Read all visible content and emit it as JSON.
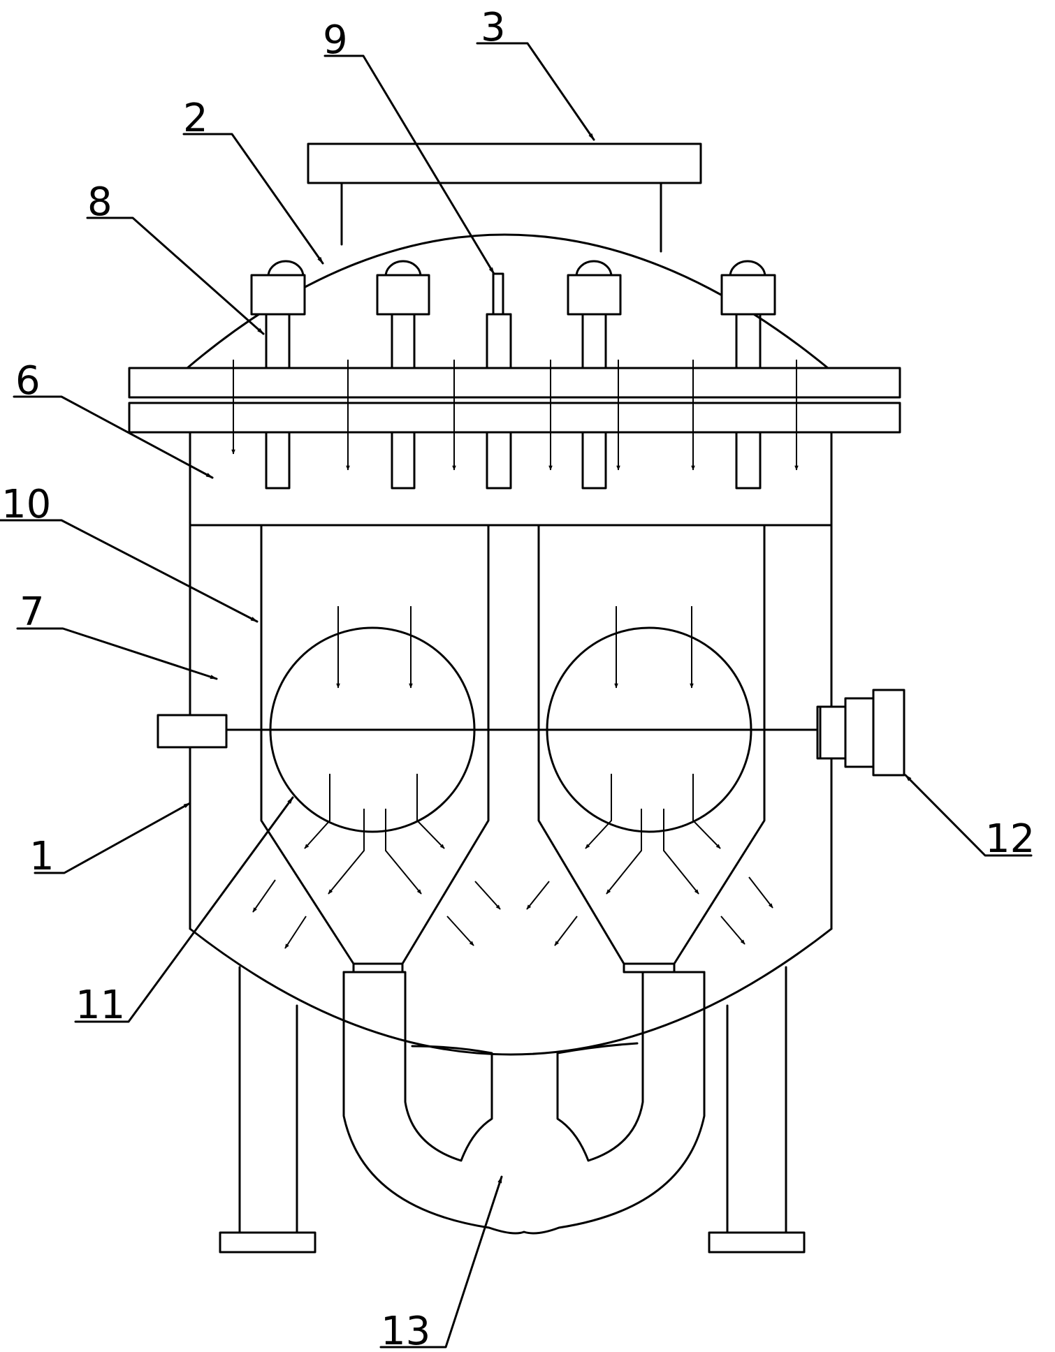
{
  "labels": {
    "n1": "1",
    "n2": "2",
    "n3": "3",
    "n6": "6",
    "n7": "7",
    "n8": "8",
    "n9": "9",
    "n10": "10",
    "n11": "11",
    "n12": "12",
    "n13": "13"
  }
}
